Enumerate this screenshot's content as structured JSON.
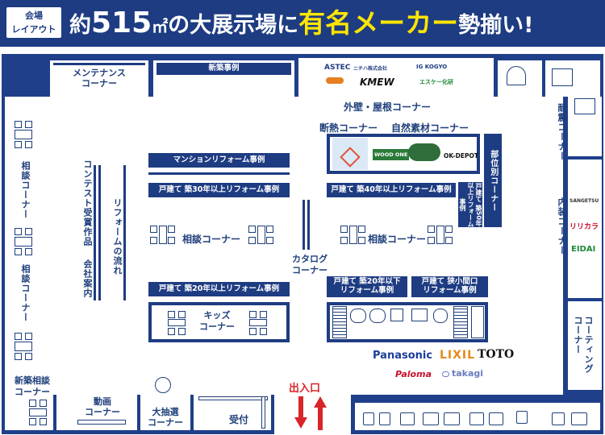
{
  "header": {
    "badge_line1": "会場",
    "badge_line2": "レイアウト",
    "headline_pre": "約",
    "headline_num": "515",
    "headline_unit": "㎡",
    "headline_mid": "の大展示場に",
    "headline_em": "有名メーカー",
    "headline_post": "勢揃い!"
  },
  "areas": {
    "maintenance": "メンテナンス\nコーナー",
    "new_build": "新築事例",
    "exterior": "外壁・屋根コーナー",
    "insulation": "断熱コーナー",
    "natural": "自然素材コーナー",
    "parts": "部位別コーナー",
    "seismic": "耐震コーナー",
    "interior": "内装コーナー",
    "coating": "コーティング\nコーナー",
    "consult_left_1": "相談コーナー",
    "consult_left_2": "相談コーナー",
    "contest": "コンテスト受賞作品",
    "company": "会社案内",
    "reform_flow": "リフォームの流れ",
    "consult_center_left": "相談コーナー",
    "consult_center_right": "相談コーナー",
    "catalog": "カタログ\nコーナー",
    "kids": "キッズ\nコーナー",
    "new_consult": "新築相談\nコーナー",
    "video": "動画\nコーナー",
    "lottery": "大抽選\nコーナー",
    "reception": "受付",
    "entrance": "出入口"
  },
  "bars": {
    "mansion": "マンションリフォーム事例",
    "house30": "戸建て 築30年以上リフォーム事例",
    "house40": "戸建て 築40年以上リフォーム事例",
    "house50": "戸建て 築50年以上リフォーム事例",
    "house20_left": "戸建て 築20年以上リフォーム事例",
    "house20_under_l1": "戸建て 築20年以下",
    "house20_under_l2": "リフォーム事例",
    "narrow_l1": "戸建て 狭小間口",
    "narrow_l2": "リフォーム事例"
  },
  "brands": {
    "astec": "ASTEC",
    "nichiha": "ニチハ株式会社",
    "igkogyo": "IG KOGYO",
    "kmew": "KMEW",
    "sk": "エスケー化研",
    "wood": "WOOD ONE",
    "okdepot": "OK-DEPOT",
    "sangetsu": "SANGETSU",
    "lilycolor": "リリカラ",
    "eidai": "EIDAI",
    "panasonic": "Panasonic",
    "lixil": "LIXIL",
    "toto": "TOTO",
    "paloma": "Paloma",
    "takagi": "takagi"
  },
  "colors": {
    "navy": "#1e3c82",
    "wall": "#1f3f8a",
    "highlight": "#ffe600",
    "entrance_red": "#d9242b"
  }
}
